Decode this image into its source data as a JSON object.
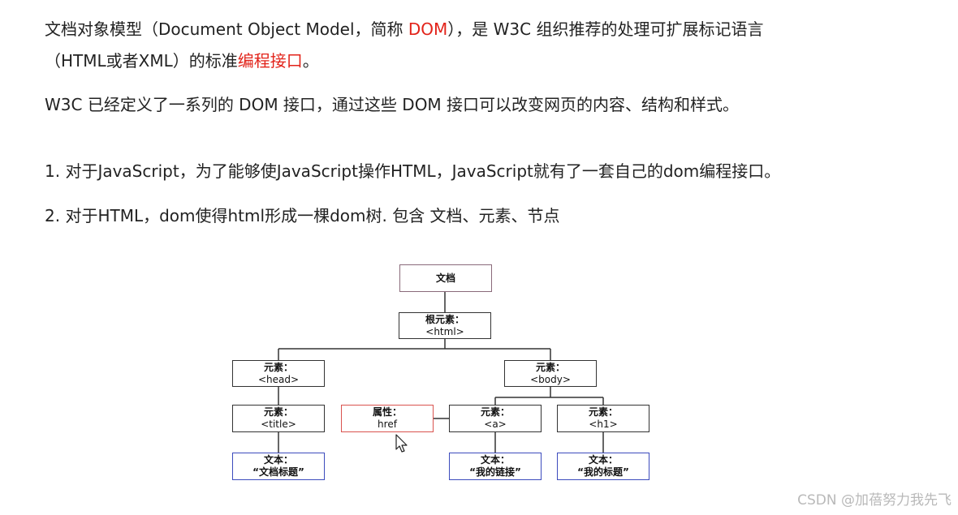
{
  "paragraph1": {
    "pre": "文档对象模型（Document Object Model，简称 ",
    "dom": "DOM",
    "post": "），是 W3C 组织推荐的处理可扩展标记语言",
    "line2_pre": "（HTML或者XML）的标准",
    "line2_red": "编程接口",
    "line2_post": "。"
  },
  "paragraph2": "W3C 已经定义了一系列的 DOM 接口，通过这些 DOM 接口可以改变网页的内容、结构和样式。",
  "list_items": [
    "1. 对于JavaScript，为了能够使JavaScript操作HTML，JavaScript就有了一套自己的dom编程接口。",
    "2. 对于HTML，dom使得html形成一棵dom树. 包含 文档、元素、节点"
  ],
  "tree": {
    "document": "文档",
    "root": {
      "l1": "根元素：",
      "l2": "<html>"
    },
    "head": {
      "l1": "元素：",
      "l2": "<head>"
    },
    "body": {
      "l1": "元素：",
      "l2": "<body>"
    },
    "title": {
      "l1": "元素：",
      "l2": "<title>"
    },
    "attr": {
      "l1": "属性：",
      "l2": "href"
    },
    "a": {
      "l1": "元素：",
      "l2": "<a>"
    },
    "h1": {
      "l1": "元素：",
      "l2": "<h1>"
    },
    "text_title": {
      "l1": "文本：",
      "l2": "“文档标题”"
    },
    "text_a": {
      "l1": "文本：",
      "l2": "“我的链接”"
    },
    "text_h1": {
      "l1": "文本：",
      "l2": "“我的标题”"
    }
  },
  "colors": {
    "accent_red": "#e2231a",
    "text_node_border": "#3c4bbd",
    "attr_border": "#d9534f"
  },
  "watermark": "CSDN @加蓓努力我先飞"
}
